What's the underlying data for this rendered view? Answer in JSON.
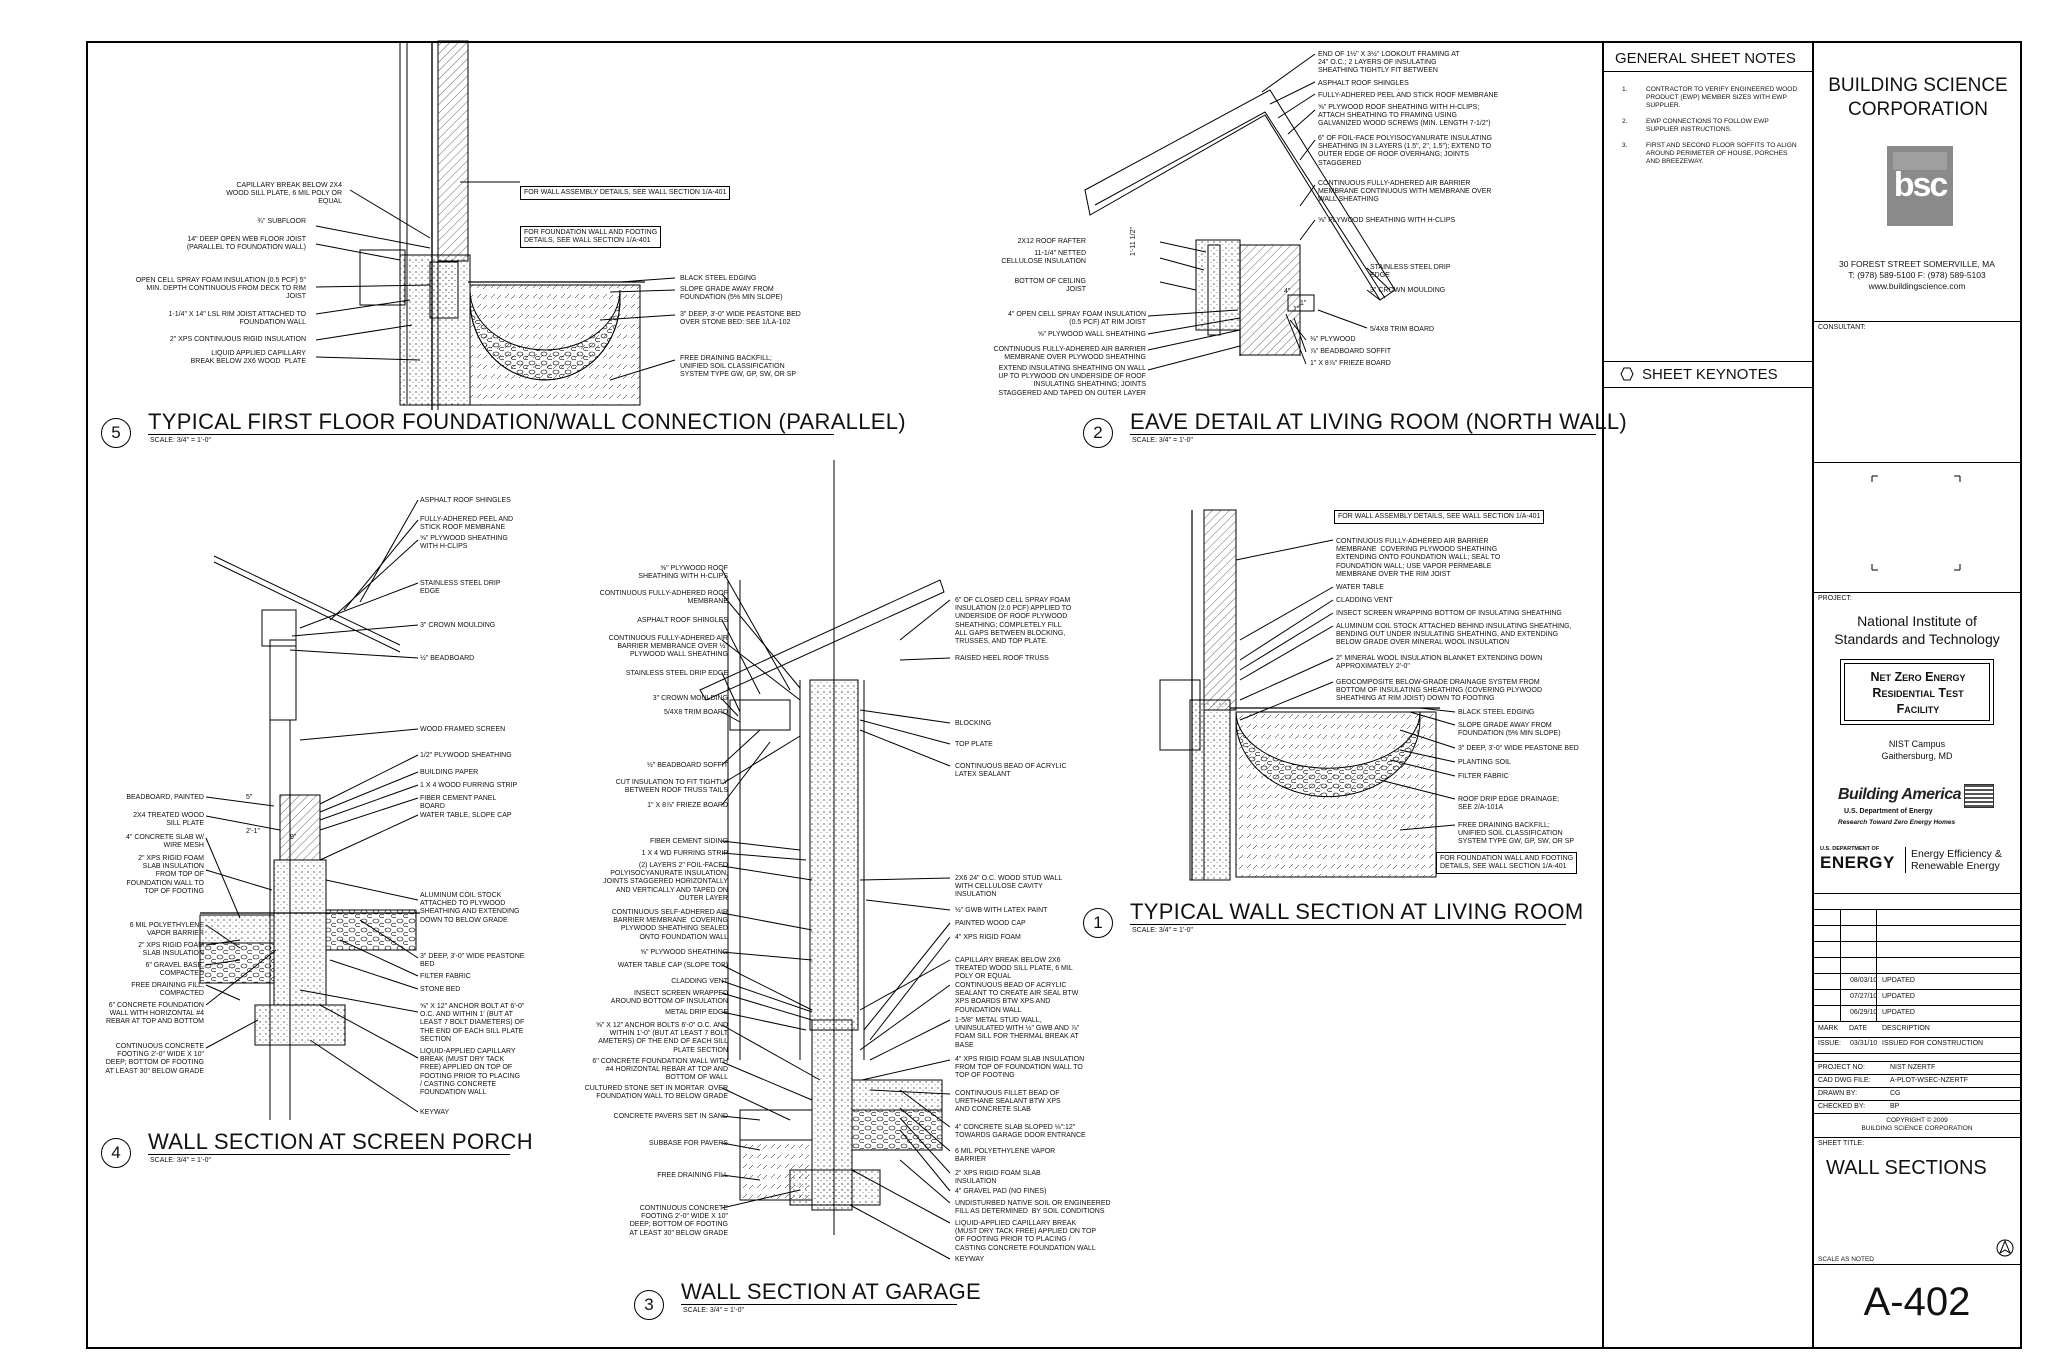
{
  "details": {
    "d5": {
      "number": "5",
      "title": "TYPICAL FIRST FLOOR FOUNDATION/WALL CONNECTION (PARALLEL)",
      "scale": "SCALE: 3/4\" = 1'-0\"",
      "box1": "FOR WALL ASSEMBLY DETAILS, SEE WALL SECTION 1/A-401",
      "box2": "FOR FOUNDATION WALL AND FOOTING\nDETAILS, SEE WALL SECTION 1/A-401",
      "left_notes": [
        "CAPILLARY BREAK BELOW 2x4\nWOOD SILL PLATE, 6 MIL POLY OR\nEQUAL",
        "¾\" SUBFLOOR",
        "14\" DEEP OPEN WEB FLOOR JOIST\n(PARALLEL TO FOUNDATION WALL)",
        "OPEN CELL SPRAY FOAM INSULATION (0.5 PCF) 5\"\nMIN. DEPTH CONTINUOUS FROM DECK TO RIM\nJOIST",
        "1-1/4\" x 14\" LSL RIM JOIST ATTACHED TO\nFOUNDATION WALL",
        "2\" XPS CONTINUOUS RIGID INSULATION",
        "LIQUID APPLIED CAPILLARY\nBREAK BELOW 2x6 WOOD  PLATE"
      ],
      "right_notes": [
        "BLACK STEEL EDGING",
        "SLOPE GRADE AWAY FROM\nFOUNDATION (5% MIN SLOPE)",
        "3\" DEEP, 3'-0\" WIDE PEASTONE BED\nOVER STONE BED: SEE 1/LA-102",
        "FREE DRAINING BACKFILL;\nUNIFIED SOIL CLASSIFICATION\nSYSTEM TYPE GW, GP, SW, OR SP"
      ]
    },
    "d2": {
      "number": "2",
      "title": "EAVE DETAIL AT LIVING ROOM (NORTH WALL)",
      "scale": "SCALE: 3/4\" = 1'-0\"",
      "top_notes": [
        "END OF 1½\" x 3½\" LOOKOUT FRAMING AT\n24\" O.C.; 2 LAYERS OF INSULATING\nSHEATHING TIGHTLY FIT BETWEEN",
        "ASPHALT ROOF SHINGLES",
        "FULLY-ADHERED PEEL AND STICK ROOF MEMBRANE",
        "⅝\" PLYWOOD ROOF SHEATHING WITH H-CLIPS;\nATTACH SHEATHING TO FRAMING USING\nGALVANIZED WOOD SCREWS (MIN. LENGTH 7-1/2\")",
        "6\" OF FOIL-FACE POLYISOCYANURATE INSULATING\nSHEATHING IN 3 LAYERS (1.5\", 2\", 1.5\"); EXTEND TO\nOUTER EDGE OF ROOF OVERHANG; JOINTS\nSTAGGERED",
        "CONTINUOUS FULLY-ADHERED AIR BARRIER\nMEMBRANE CONTINUOUS WITH MEMBRANE OVER\nWALL SHEATHING",
        "⅝\" PLYWOOD SHEATHING WITH H-CLIPS"
      ],
      "left_notes": [
        "2x12 ROOF RAFTER",
        "11-1/4\" NETTED\nCELLULOSE INSULATION",
        "BOTTOM OF CEILING\nJOIST",
        "4\" OPEN CELL SPRAY FOAM INSULATION\n(0.5 PCF) AT RIM JOIST",
        "⅝\" PLYWOOD WALL SHEATHING",
        "CONTINUOUS FULLY-ADHERED AIR BARRIER\nMEMBRANE OVER PLYWOOD SHEATHING",
        "EXTEND INSULATING SHEATHING ON WALL\nUP TO PLYWOOD ON UNDERSIDE OF ROOF\nINSULATING SHEATHING; JOINTS\nSTAGGERED AND TAPED ON OUTER LAYER"
      ],
      "right_notes": [
        "STAINLESS STEEL DRIP\nEDGE",
        "3\" CROWN MOULDING",
        "5/4x8 TRIM BOARD",
        "⅜\" PLYWOOD",
        "⅞\" BEADBOARD SOFFIT",
        "1\" x 8⅞\" FRIEZE BOARD"
      ],
      "dims": [
        "1'-11 1/2\"",
        "4\"",
        "1\"",
        "1\""
      ]
    },
    "d4": {
      "number": "4",
      "title": "WALL SECTION AT SCREEN PORCH",
      "scale": "SCALE: 3/4\" = 1'-0\"",
      "right_notes": [
        "ASPHALT ROOF SHINGLES",
        "FULLY-ADHERED PEEL AND\nSTICK ROOF MEMBRANE",
        "⅝\" PLYWOOD SHEATHING\nWITH H-CLIPS",
        "STAINLESS STEEL DRIP\nEDGE",
        "3\" CROWN MOULDING",
        "½\" BEADBOARD",
        "WOOD FRAMED SCREEN",
        "1/2\" PLYWOOD SHEATHING",
        "BUILDING PAPER",
        "1 x 4 WOOD FURRING STRIP",
        "FIBER CEMENT PANEL\nBOARD",
        "WATER TABLE, SLOPE CAP",
        "ALUMINUM COIL STOCK\nATTACHED TO PLYWOOD\nSHEATHING AND EXTENDING\nDOWN TO BELOW GRADE",
        "3\" DEEP, 3'-0\" WIDE PEASTONE\nBED",
        "FILTER FABRIC",
        "STONE BED",
        "⅝\" x 12\" ANCHOR BOLT AT 6'-0\"\nO.C. AND WITHIN 1' (BUT AT\nLEAST 7 BOLT DIAMETERS) OF\nTHE END OF EACH SILL PLATE\nSECTION",
        "LIQUID-APPLIED CAPILLARY\nBREAK (MUST DRY TACK\nFREE) APPLIED ON TOP OF\nFOOTING PRIOR TO PLACING\n/ CASTING CONCRETE\nFOUNDATION WALL",
        "KEYWAY"
      ],
      "left_notes": [
        "BEADBOARD, PAINTED",
        "2x4 TREATED WOOD\nSILL PLATE",
        "4\" CONCRETE SLAB W/\nWIRE MESH",
        "2\" XPS RIGID FOAM\nSLAB INSULATION\nFROM TOP OF\nFOUNDATION WALL TO\nTOP OF FOOTING",
        "6 MIL POLYETHYLENE\nVAPOR BARRIER",
        "2\" XPS RIGID FOAM\nSLAB INSULATION",
        "6\" GRAVEL BASE,\nCOMPACTED",
        "FREE DRAINING FILL,\nCOMPACTED",
        "6\" CONCRETE FOUNDATION\nWALL WITH HORIZONTAL #4\nREBAR AT TOP AND BOTTOM",
        "CONTINUOUS CONCRETE\nFOOTING 2'-0\" WIDE x 10\"\nDEEP; BOTTOM OF FOOTING\nAT LEAST 30\" BELOW GRADE"
      ],
      "dims": [
        "5\"",
        "2'-1\"",
        "9\""
      ]
    },
    "d3": {
      "number": "3",
      "title": "WALL SECTION AT GARAGE",
      "scale": "SCALE: 3/4\" = 1'-0\"",
      "left_notes": [
        "⅝\" PLYWOOD ROOF\nSHEATHING WITH H-CLIPS",
        "CONTINUOUS FULLY-ADHERED ROOF\nMEMBRANE",
        "ASPHALT ROOF SHINGLES",
        "CONTINUOUS FULLY-ADHERED AIR\nBARRIER MEMBRANCE OVER ½\"\nPLYWOOD WALL SHEATHING",
        "STAINLESS STEEL DRIP EDGE",
        "3\" CROWN MOULDING",
        "5/4x8 TRIM BOARD",
        "½\" BEADBOARD SOFFIT",
        "CUT INSULATION TO FIT TIGHTLY\nBETWEEN ROOF TRUSS TAILS",
        "1\" x 8⅞\" FRIEZE BOARD",
        "FIBER CEMENT SIDING",
        "1 x 4 WD FURRING STRIP",
        "(2) LAYERS 2\" FOIL-FACED\nPOLYISOCYANURATE INSULATION,\nJOINTS STAGGERED HORIZONTALLY\nAND VERTICALLY AND TAPED ON\nOUTER LAYER",
        "CONTINUOUS SELF-ADHERED AIR\nBARRIER MEMBRANE  COVERING\nPLYWOOD SHEATHING SEALED\nONTO FOUNDATION WALL",
        "⅝\" PLYWOOD SHEATHING",
        "WATER TABLE CAP (SLOPE TOP)",
        "CLADDING VENT",
        "INSECT SCREEN WRAPPED\nAROUND BOTTOM OF INSULATION",
        "METAL DRIP EDGE",
        "⅝\" x 12\" ANCHOR BOLTS 6'-0\" O.C. AND\nWITHIN 1'-0\" (BUT AT LEAST 7 BOLT\nAMETERS) OF THE END OF EACH SILL\nPLATE SECTION",
        "6\" CONCRETE FOUNDATION WALL WITH\n#4 HORIZONTAL REBAR AT TOP AND\nBOTTOM OF WALL",
        "CULTURED STONE SET IN MORTAR  OVER\nFOUNDATION WALL TO BELOW GRADE",
        "CONCRETE PAVERS SET IN SAND",
        "SUBBASE FOR PAVERS",
        "FREE DRAINING FILL",
        "CONTINUOUS CONCRETE\nFOOTING 2'-0\" WIDE x 10\"\nDEEP; BOTTOM OF FOOTING\nAT LEAST 30\" BELOW GRADE"
      ],
      "right_notes": [
        "6\" OF CLOSED CELL SPRAY FOAM\nINSULATION (2.0 PCF) APPLIED TO\nUNDERSIDE OF ROOF PLYWOOD\nSHEATHING; COMPLETELY FILL\nALL GAPS BETWEEN BLOCKING,\nTRUSSES, AND TOP PLATE.",
        "RAISED HEEL ROOF TRUSS",
        "BLOCKING",
        "TOP PLATE",
        "CONTINUOUS BEAD OF ACRYLIC\nLATEX SEALANT",
        "2x6 24\" O.C. WOOD STUD WALL\nWITH CELLULOSE CAVITY\nINSULATION",
        "½\" GWB WITH LATEX PAINT",
        "PAINTED WOOD CAP",
        "4\" XPS RIGID FOAM",
        "CAPILLARY BREAK BELOW 2x6\nTREATED WOOD SILL PLATE, 6 MIL\nPOLY OR EQUAL",
        "CONTINUOUS BEAD OF ACRYLIC\nSEALANT TO CREATE AIR SEAL BTW\nXPS BOARDS BTW XPS AND\nFOUNDATION WALL",
        "1-5/8\" METAL STUD WALL,\nUNINSULATED WITH ½\" GWB AND ⅞\"\nFOAM SILL FOR THERMAL BREAK AT\nBASE",
        "4\" XPS RIGID FOAM SLAB INSULATION\nFROM TOP OF FOUNDATION WALL TO\nTOP OF FOOTING",
        "CONTINUOUS FILLET BEAD OF\nURETHANE SEALANT BTW XPS\nAND CONCRETE SLAB",
        "4\" CONCRETE SLAB SLOPED ⅛\":12\"\nTOWARDS GARAGE DOOR ENTRANCE",
        "6 MIL POLYETHYLENE VAPOR\nBARRIER",
        "2\" XPS RIGID FOAM SLAB\nINSULATION",
        "4\" GRAVEL PAD (NO FINES)",
        "UNDISTURBED NATIVE SOIL OR ENGINEERED\nFILL AS DETERMINED  BY SOIL CONDITIONS",
        "LIQUID-APPLIED CAPILLARY BREAK\n(MUST DRY TACK FREE) APPLIED ON TOP\nOF FOOTING PRIOR TO PLACING /\nCASTING CONCRETE FOUNDATION WALL",
        "KEYWAY"
      ]
    },
    "d1": {
      "number": "1",
      "title": "TYPICAL WALL SECTION AT LIVING ROOM",
      "scale": "SCALE: 3/4\" = 1'-0\"",
      "box1": "FOR WALL ASSEMBLY DETAILS, SEE WALL SECTION 1/A-401",
      "box2": "FOR FOUNDATION WALL AND FOOTING\nDETAILS, SEE WALL SECTION 1/A-401",
      "right_notes": [
        "CONTINUOUS FULLY-ADHERED AIR BARRIER\nMEMBRANE  COVERING PLYWOOD SHEATHING\nEXTENDING ONTO FOUNDATION WALL; SEAL TO\nFOUNDATION WALL; USE VAPOR PERMEABLE\nMEMBRANE OVER THE RIM JOIST",
        "WATER TABLE",
        "CLADDING VENT",
        "INSECT SCREEN WRAPPING BOTTOM OF INSULATING SHEATHING",
        "ALUMINUM COIL STOCK ATTACHED BEHIND INSULATING SHEATHING,\nBENDING OUT UNDER INSULATING SHEATHING, AND EXTENDING\nBELOW GRADE OVER MINERAL WOOL INSULATION",
        "2\" MINERAL WOOL INSULATION BLANKET EXTENDING DOWN\nAPPROXIMATELY 2'-0\"",
        "GEOCOMPOSITE BELOW-GRADE DRAINAGE SYSTEM FROM\nBOTTOM OF INSULATING SHEATHING (COVERING PLYWOOD\nSHEATHING AT RIM JOIST) DOWN TO FOOTING",
        "BLACK STEEL EDGING",
        "SLOPE GRADE AWAY FROM\nFOUNDATION (5% MIN SLOPE)",
        "3\" DEEP, 3'-0\" WIDE PEASTONE BED",
        "PLANTING SOIL",
        "FILTER FABRIC",
        "ROOF DRIP EDGE DRAINAGE;\nSEE 2/A-101A",
        "FREE DRAINING BACKFILL;\nUNIFIED SOIL CLASSIFICATION\nSYSTEM TYPE GW, GP, SW, OR SP"
      ]
    }
  },
  "general_notes": {
    "heading": "GENERAL SHEET NOTES",
    "items": [
      {
        "num": "1.",
        "text": "CONTRACTOR TO VERIFY ENGINEERED WOOD\nPRODUCT (EWP) MEMBER SIZES WITH EWP\nSUPPLIER."
      },
      {
        "num": "2.",
        "text": "EWP CONNECTIONS TO FOLLOW EWP\nSUPPLIER INSTRUCTIONS."
      },
      {
        "num": "3.",
        "text": "FIRST AND SECOND FLOOR SOFFITS TO ALIGN\nAROUND PERIMETER OF HOUSE, PORCHES\nAND BREEZEWAY."
      }
    ],
    "keynotes_heading": "SHEET KEYNOTES"
  },
  "title_block": {
    "firm_line1": "BUILDING SCIENCE",
    "firm_line2": "CORPORATION",
    "logo_text": "bsc",
    "address": "30 FOREST STREET  SOMERVILLE, MA",
    "phone": "T: (978) 589-5100  F: (978) 589-5103",
    "web": "www.buildingscience.com",
    "consultant_label": "CONSULTANT:",
    "project_label": "PROJECT:",
    "client_line1": "National Institute of",
    "client_line2": "Standards and Technology",
    "project_name": [
      "Net Zero Energy",
      "Residential Test",
      "Facility"
    ],
    "campus": "NIST Campus",
    "city": "Gaithersburg, MD",
    "ba_logo": "Building America",
    "ba_sub1": "U.S. Department of Energy",
    "ba_sub2": "Research Toward Zero Energy Homes",
    "doe_small": "U.S. DEPARTMENT OF",
    "doe_big": "ENERGY",
    "doe_right1": "Energy Efficiency &",
    "doe_right2": "Renewable Energy",
    "revisions": [
      {
        "mark": "",
        "date": "08/03/10",
        "desc": "UPDATED"
      },
      {
        "mark": "",
        "date": "07/27/10",
        "desc": "UPDATED"
      },
      {
        "mark": "",
        "date": "06/29/10",
        "desc": "UPDATED"
      }
    ],
    "rev_header": {
      "mark": "MARK",
      "date": "DATE",
      "desc": "DESCRIPTION"
    },
    "issue": {
      "label": "ISSUE:",
      "date": "03/31/10",
      "desc": "ISSUED FOR CONSTRUCTION"
    },
    "project_no_label": "PROJECT NO:",
    "project_no": "NIST NZERTF",
    "cad_label": "CAD DWG FILE:",
    "cad": "A-PLOT-WSEC-NZERTF",
    "drawn_label": "DRAWN BY:",
    "drawn": "CG",
    "checked_label": "CHECKED BY:",
    "checked": "BP",
    "copyright1": "COPYRIGHT © 2009",
    "copyright2": "BUILDING SCIENCE CORPORATION",
    "sheet_title_label": "SHEET TITLE:",
    "sheet_title": "WALL SECTIONS",
    "scale_note": "SCALE AS NOTED",
    "sheet_number": "A-402"
  },
  "colors": {
    "line": "#000000",
    "paper": "#ffffff",
    "logo_gray": "#8a8a8a"
  }
}
